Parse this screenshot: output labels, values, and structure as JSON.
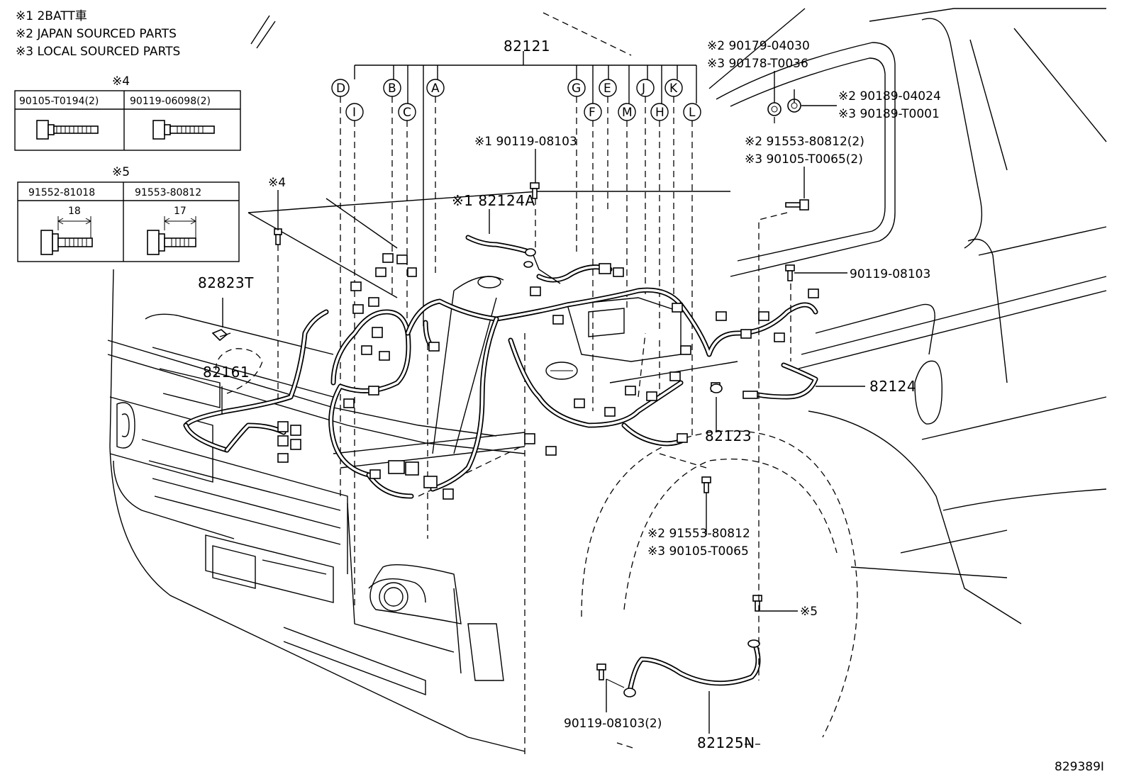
{
  "notes": [
    "※1 2BATT車",
    "※2 JAPAN SOURCED PARTS",
    "※3 LOCAL SOURCED PARTS"
  ],
  "table4": {
    "title": "※4",
    "cols": [
      "90105-T0194(2)",
      "90119-06098(2)"
    ]
  },
  "table5": {
    "title": "※5",
    "cols": [
      "91552-81018",
      "91553-80812"
    ],
    "dims": [
      "18",
      "17"
    ]
  },
  "parts": {
    "p82121": "82121",
    "p82124A": "※1 82124A",
    "p90119_08103_a": "※1 90119-08103",
    "p82823T": "82823T",
    "p82161": "82161",
    "p82124": "82124",
    "p82123": "82123",
    "p82125N": "82125N",
    "p90119_08103_b": "90119-08103",
    "p90119_08103_2": "90119-08103(2)",
    "note4": "※4",
    "note5": "※5",
    "p90179": "※2 90179-04030",
    "p90178": "※3 90178-T0036",
    "p90189_04024": "※2 90189-04024",
    "p90189_T0001": "※3 90189-T0001",
    "p91553_2": "※2 91553-80812(2)",
    "p90105_2": "※3 90105-T0065(2)",
    "p91553": "※2 91553-80812",
    "p90105": "※3 90105-T0065"
  },
  "connector_letters": [
    "D",
    "I",
    "B",
    "C",
    "A",
    "G",
    "F",
    "E",
    "M",
    "J",
    "H",
    "K",
    "L"
  ],
  "diagram_id": "829389I"
}
